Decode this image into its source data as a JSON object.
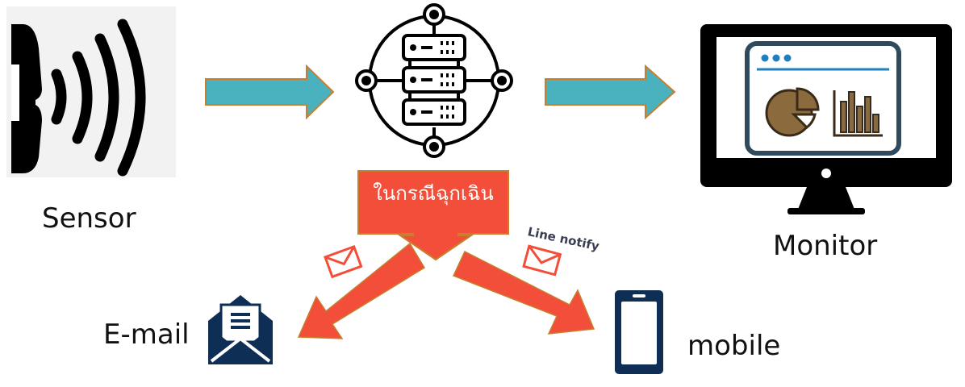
{
  "nodes": {
    "sensor": {
      "label": "Sensor",
      "icon": "wireless-signal-icon"
    },
    "server": {
      "icon": "server-network-icon"
    },
    "monitor": {
      "label": "Monitor",
      "icon": "monitor-dashboard-icon"
    },
    "email": {
      "label": "E-mail",
      "icon": "open-envelope-icon"
    },
    "mobile": {
      "label": "mobile",
      "icon": "smartphone-icon"
    }
  },
  "emergency_box": {
    "text": "ในกรณีฉุกเฉิน"
  },
  "line_notify": {
    "text": "Line notify"
  },
  "colors": {
    "flow_arrow": "#4AB2BF",
    "flow_arrow_outline": "#C77F2E",
    "emergency": "#F24E3A",
    "dark_blue": "#0E2E55",
    "monitor_panel": "#2F4A5C",
    "chart_brown": "#8B6B3D"
  }
}
